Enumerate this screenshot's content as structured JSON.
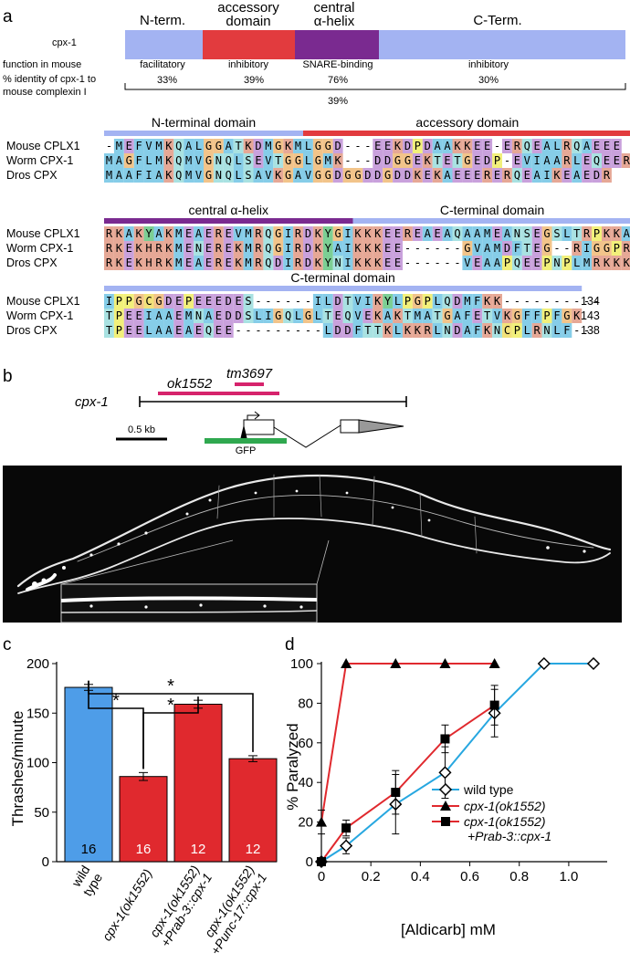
{
  "panels": {
    "a": "a",
    "b": "b",
    "c": "c",
    "d": "d"
  },
  "panel_a": {
    "gene": "cpx-1",
    "domains": [
      {
        "label_lines": [
          "N-term."
        ],
        "color": "#a3b3f2",
        "function": "facilitatory",
        "identity": "33%"
      },
      {
        "label_lines": [
          "accessory",
          "domain"
        ],
        "color": "#e23b3e",
        "function": "inhibitory",
        "identity": "39%"
      },
      {
        "label_lines": [
          "central",
          "α-helix"
        ],
        "color": "#7a2a90",
        "function": "SNARE-binding",
        "identity": "76%"
      },
      {
        "label_lines": [
          "C-Term."
        ],
        "color": "#a3b3f2",
        "function": "inhibitory",
        "identity": "30%"
      }
    ],
    "row_function_label": "function in mouse",
    "row_identity_label_lines": [
      "% identity of cpx-1 to",
      "mouse complexin I"
    ],
    "overall_identity": "39%",
    "alignment_blocks": [
      {
        "headers": [
          {
            "text": "N-terminal domain",
            "color": "#a3b3f2"
          },
          {
            "text": "accessory domain",
            "color": "#e23b3e"
          }
        ],
        "rows": [
          {
            "name": "Mouse CPLX1",
            "seq": "-MEFVMKQALGGATKDMGKMLGGD---EEKDPDAAKKEE-ERQEALRQAEEE",
            "end": ""
          },
          {
            "name": "Worm CPX-1",
            "seq": "MAGFLMKQMVGNQLSEVTGGLGMK---DDGGEKTETGEDP-EVIAARLEQEER",
            "end": ""
          },
          {
            "name": "Dros CPX",
            "seq": "MAAFIAKQMVGNQLSAVKGAVGGDGGDDGDDKEKAEEERERQEAIKEAEDR",
            "end": ""
          }
        ]
      },
      {
        "headers": [
          {
            "text": "central α-helix",
            "color": "#7a2a90"
          },
          {
            "text": "C-terminal domain",
            "color": "#a3b3f2"
          }
        ],
        "rows": [
          {
            "name": "Mouse CPLX1",
            "seq": "RKAKYAKMEAEREVMRQGIRDKYGIKKKEEREAEAQAAMEANSEGSLTRPKKA",
            "end": ""
          },
          {
            "name": "Worm CPX-1",
            "seq": "RKEKHRKMENEREKMRQGIRDKYAIKKKEE------GVAMDFTEG--RIGGPRK",
            "end": ""
          },
          {
            "name": "Dros CPX",
            "seq": "RKEKHRKMEAEREKMRQDIRDKYNIKKKEE------VEAAPQEEPNPLMRKKK",
            "end": ""
          }
        ]
      },
      {
        "headers": [
          {
            "text": "C-terminal domain",
            "color": "#a3b3f2"
          }
        ],
        "rows": [
          {
            "name": "Mouse CPLX1",
            "seq": "IPPGCGDEPEEEDES------ILDTVIKYLPGPLQDMFKK----------",
            "end": "134"
          },
          {
            "name": "Worm CPX-1",
            "seq": "TPEEIAAEMNAEDDSLIGQLGLTEQVEKAKTMATGAFETVKGFFPFGK",
            "end": "143"
          },
          {
            "name": "Dros CPX",
            "seq": "TPEELAAEAEQEE---------LDDFTTKLKKRLNDAFKNCPLRNLF--",
            "end": "138"
          }
        ]
      }
    ]
  },
  "panel_b": {
    "gene": "cpx-1",
    "alleles": [
      "ok1552",
      "tm3697"
    ],
    "scale_label": "0.5 kb",
    "reporter_label": "GFP"
  },
  "panel_c": {
    "ylabel": "Thrashes/minute",
    "significance_marker": "*"
  },
  "panel_d": {
    "ylabel": "% Paralyzed",
    "xlabel": "[Aldicarb] mM",
    "legend": [
      "wild type",
      "cpx-1(ok1552)",
      "cpx-1(ok1552)",
      "+Prab-3::cpx-1"
    ]
  },
  "chart_data": [
    {
      "type": "bar",
      "title": "",
      "xlabel": "",
      "ylabel": "Thrashes/minute",
      "ylim": [
        0,
        200
      ],
      "yticks": [
        0,
        50,
        100,
        150,
        200
      ],
      "categories": [
        "wild type",
        "cpx-1(ok1552)",
        "cpx-1(ok1552) +Prab-3::cpx-1",
        "cpx-1(ok1552) +Punc-17::cpx-1"
      ],
      "values": [
        176,
        86,
        159,
        104
      ],
      "errors": [
        3,
        4,
        4,
        3
      ],
      "n": [
        "16",
        "16",
        "12",
        "12"
      ],
      "colors": [
        "#4e9de8",
        "#e0292e",
        "#e0292e",
        "#e0292e"
      ],
      "grid": false
    },
    {
      "type": "line",
      "title": "",
      "xlabel": "[Aldicarb] mM",
      "ylabel": "% Paralyzed",
      "xlim": [
        0,
        1.1
      ],
      "ylim": [
        0,
        100
      ],
      "xticks": [
        0,
        0.2,
        0.4,
        0.6,
        0.8,
        1.0
      ],
      "yticks": [
        0,
        20,
        40,
        60,
        80,
        100
      ],
      "legend_position": "bottom-right",
      "grid": false,
      "series": [
        {
          "name": "wild type",
          "color": "#27a7e0",
          "marker": "diamond-open",
          "x": [
            0,
            0.1,
            0.3,
            0.5,
            0.7,
            0.9,
            1.1
          ],
          "y": [
            0,
            8,
            29,
            45,
            75,
            100,
            100
          ],
          "err": [
            1,
            4,
            15,
            13,
            12,
            0,
            0
          ]
        },
        {
          "name": "cpx-1(ok1552)",
          "color": "#e0292e",
          "marker": "triangle",
          "x": [
            0,
            0.1,
            0.3,
            0.5,
            0.7
          ],
          "y": [
            20,
            100,
            100,
            100,
            100
          ],
          "err": [
            6,
            0,
            0,
            0,
            0
          ]
        },
        {
          "name": "cpx-1(ok1552) +Prab-3::cpx-1",
          "color": "#e0292e",
          "marker": "square",
          "x": [
            0,
            0.1,
            0.3,
            0.5,
            0.7
          ],
          "y": [
            0,
            17,
            35,
            62,
            79
          ],
          "err": [
            1,
            4,
            11,
            7,
            10
          ]
        }
      ]
    }
  ]
}
